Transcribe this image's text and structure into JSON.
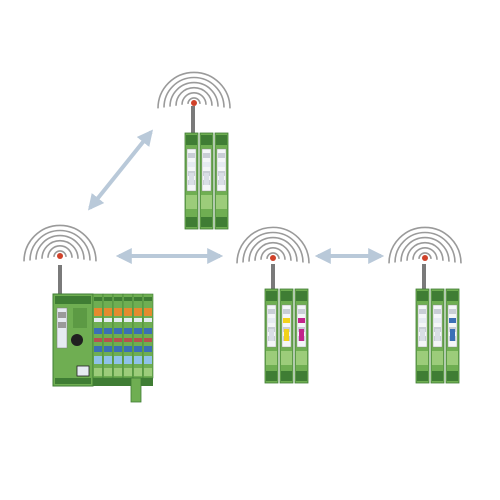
{
  "diagram": {
    "colors": {
      "module_green": "#6fae52",
      "module_dark_green": "#3f7d34",
      "module_light_green": "#9ccc7a",
      "arrow": "#b9c9d9",
      "radio_wave": "#9a9a9a",
      "antenna_tip": "#d0422a",
      "antenna": "#7a7a7a",
      "terminal_orange": "#e58a2e",
      "terminal_blue": "#3b6fb6",
      "terminal_yellow": "#f2d21b",
      "terminal_magenta": "#c2248a",
      "terminal_white": "#e6ebf2",
      "terminal_black": "#202020"
    },
    "nodes": [
      {
        "id": "controller-left",
        "role": "controller-with-io"
      },
      {
        "id": "radio-top",
        "role": "radio-module-stack"
      },
      {
        "id": "radio-middle",
        "role": "radio-module-stack"
      },
      {
        "id": "radio-right",
        "role": "radio-module-stack"
      }
    ],
    "links": [
      {
        "from": "controller-left",
        "to": "radio-top",
        "bidirectional": true
      },
      {
        "from": "controller-left",
        "to": "radio-middle",
        "bidirectional": true
      },
      {
        "from": "radio-middle",
        "to": "radio-right",
        "bidirectional": true
      }
    ]
  }
}
